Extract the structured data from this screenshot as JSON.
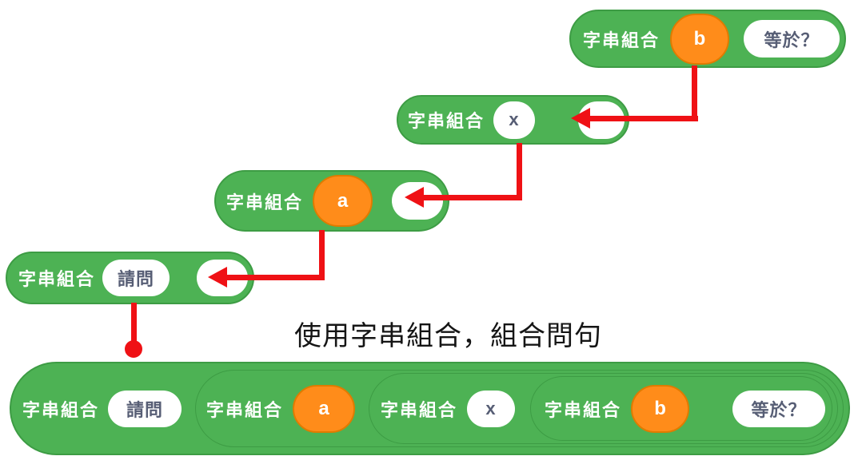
{
  "palette": {
    "block_green": "#4db254",
    "block_green_border": "#3d9c44",
    "variable_orange": "#ff8c1a",
    "variable_orange_border": "#e07b00",
    "slot_text_color": "#575e75",
    "arrow_red": "#ef1115",
    "caption_color": "#151515"
  },
  "caption": {
    "text": "使用字串組合，組合問句"
  },
  "chain": [
    {
      "id": "b",
      "label": "字串組合",
      "variable": "b",
      "text_arg": "等於？"
    },
    {
      "id": "x",
      "label": "字串組合",
      "text_value": "x"
    },
    {
      "id": "a",
      "label": "字串組合",
      "variable": "a"
    },
    {
      "id": "ask",
      "label": "字串組合",
      "text_value": "請問"
    }
  ],
  "combined": {
    "level1": {
      "label": "字串組合",
      "text_value": "請問"
    },
    "level2": {
      "label": "字串組合",
      "variable": "a"
    },
    "level3": {
      "label": "字串組合",
      "text_value": "x"
    },
    "level4": {
      "label": "字串組合",
      "variable": "b",
      "text_arg": "等於？"
    }
  }
}
